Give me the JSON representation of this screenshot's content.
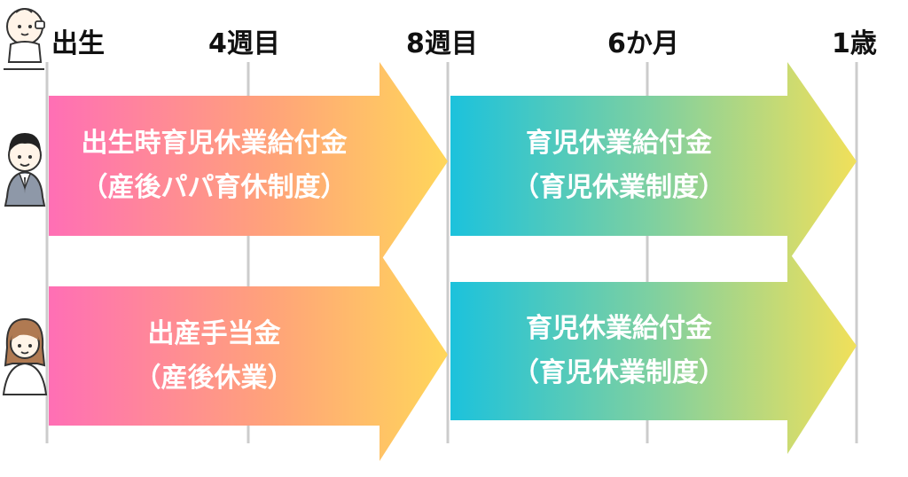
{
  "timeline": {
    "ticks": [
      "出生",
      "4週目",
      "8週目",
      "6か月",
      "1歳"
    ]
  },
  "arrows": {
    "father_first": {
      "line1": "出生時育児休業給付金",
      "line2": "（産後パパ育休制度）"
    },
    "father_second": {
      "line1": "育児休業給付金",
      "line2": "（育児休業制度）"
    },
    "mother_first": {
      "line1": "出産手当金",
      "line2": "（産後休業）"
    },
    "mother_second": {
      "line1": "育児休業給付金",
      "line2": "（育児休業制度）"
    }
  },
  "colors": {
    "pink": "#FF6FB5",
    "yellow_orange": "#FFD65A",
    "teal": "#1CC2DC",
    "yellow": "#F1E05A",
    "grid": "#CCCCCC"
  },
  "icons": [
    "baby-icon",
    "father-icon",
    "mother-icon"
  ]
}
